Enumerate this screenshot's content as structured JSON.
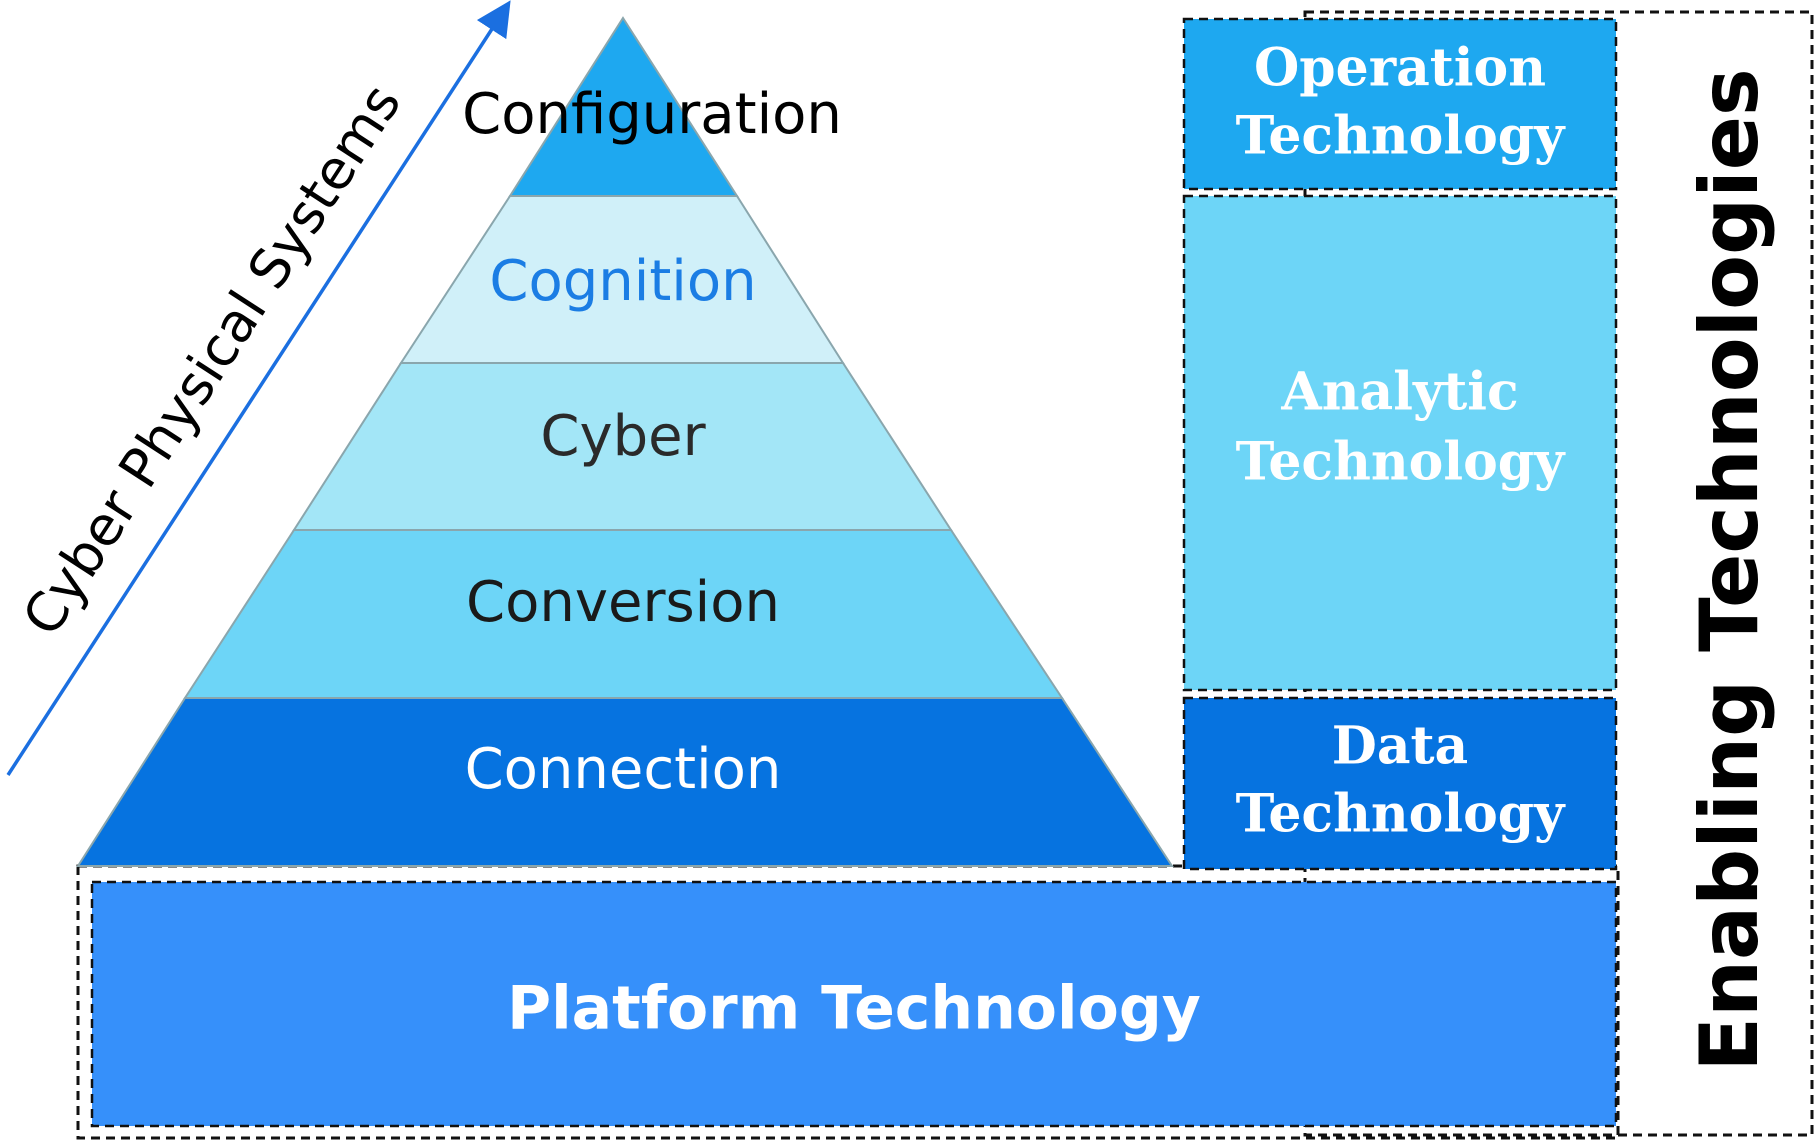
{
  "diagram": {
    "arrow_label": "Cyber Physical Systems",
    "side_label": "Enabling Technologies",
    "pyramid_levels": [
      {
        "label": "Configuration",
        "fill": "#1ea8f0",
        "text_color": "#000000"
      },
      {
        "label": "Cognition",
        "fill": "#d0f0f9",
        "text_color": "#1b7de4"
      },
      {
        "label": "Cyber",
        "fill": "#a3e6f7",
        "text_color": "#2a2a2a"
      },
      {
        "label": "Conversion",
        "fill": "#6dd5f7",
        "text_color": "#1a1a1a"
      },
      {
        "label": "Connection",
        "fill": "#0673e0",
        "text_color": "#ffffff"
      }
    ],
    "technologies": [
      {
        "line1": "Operation",
        "line2": "Technology",
        "fill": "#1ea8f0"
      },
      {
        "line1": "Analytic",
        "line2": "Technology",
        "fill": "#6dd5f7"
      },
      {
        "line1": "Data",
        "line2": "Technology",
        "fill": "#0673e0"
      }
    ],
    "platform": {
      "label": "Platform Technology",
      "fill": "#3690fa"
    },
    "arrow_color": "#1b6fe0"
  }
}
